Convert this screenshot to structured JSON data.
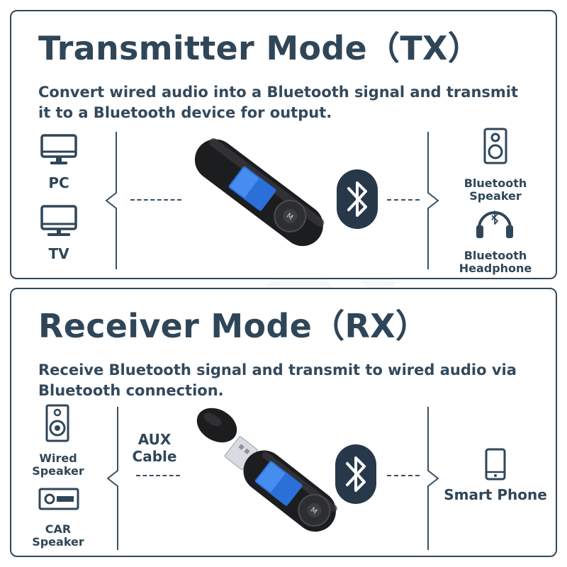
{
  "watermark": "VAORLO",
  "tx": {
    "title": "Transmitter Mode（TX）",
    "description": "Convert wired audio into a Bluetooth signal and transmit it to a Bluetooth device for output.",
    "left_devices": [
      {
        "label": "PC",
        "icon": "monitor-icon"
      },
      {
        "label": "TV",
        "icon": "tv-icon"
      }
    ],
    "right_devices": [
      {
        "label": "Bluetooth\nSpeaker",
        "icon": "speaker-icon"
      },
      {
        "label": "Bluetooth\nHeadphone",
        "icon": "headphone-icon"
      }
    ]
  },
  "rx": {
    "title": "Receiver Mode（RX）",
    "description": "Receive Bluetooth signal and transmit to wired audio via Bluetooth connection.",
    "left_devices": [
      {
        "label": "Wired\nSpeaker",
        "icon": "wired-speaker-icon"
      },
      {
        "label": "CAR\nSpeaker",
        "icon": "car-stereo-icon"
      }
    ],
    "connector_label": "AUX\nCable",
    "right_devices": [
      {
        "label": "Smart Phone",
        "icon": "smartphone-icon"
      }
    ]
  },
  "colors": {
    "ink": "#2f4658",
    "badge": "#26384a",
    "device_body": "#1c1d1f",
    "screen": "#2b6fd8"
  }
}
